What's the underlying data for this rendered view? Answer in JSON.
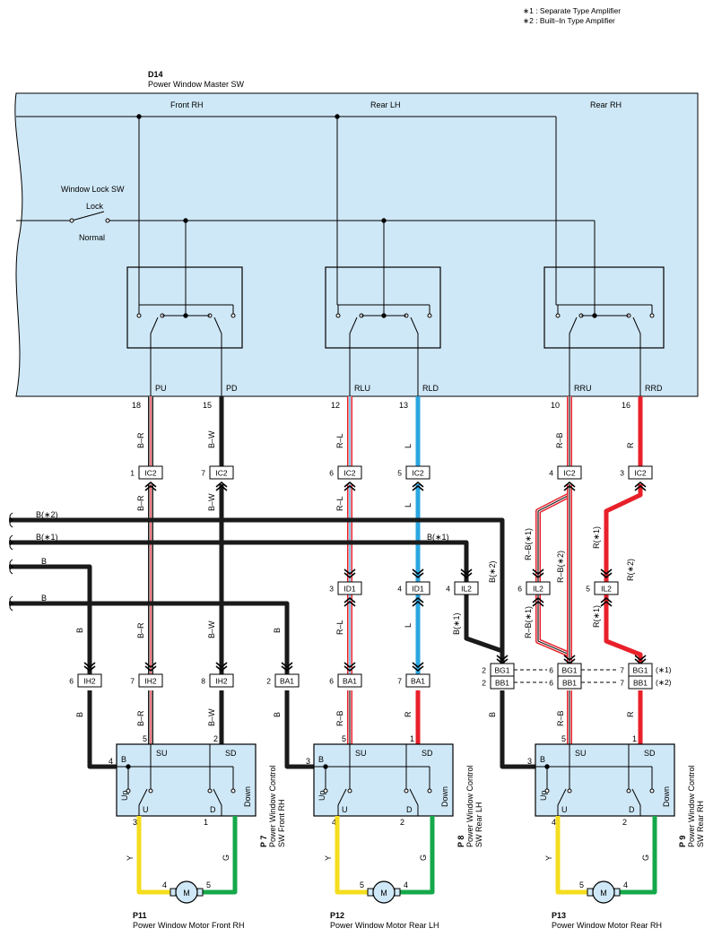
{
  "notes": [
    "∗1 : Separate Type Amplifier",
    "∗2 : Built–In Type Amplifier"
  ],
  "master": {
    "id": "D14",
    "name": "Power Window Master SW",
    "sections": [
      "Front RH",
      "Rear LH",
      "Rear RH"
    ],
    "lock_sw": "Window Lock SW",
    "lock": "Lock",
    "normal": "Normal"
  },
  "outputs": [
    {
      "term": "PU",
      "pin": "18",
      "wire": "B–R"
    },
    {
      "term": "PD",
      "pin": "15",
      "wire": "B–W"
    },
    {
      "term": "RLU",
      "pin": "12",
      "wire": "R–L"
    },
    {
      "term": "RLD",
      "pin": "13",
      "wire": "L"
    },
    {
      "term": "RRU",
      "pin": "10",
      "wire": "R–B"
    },
    {
      "term": "RRD",
      "pin": "16",
      "wire": "R"
    }
  ],
  "ic2": [
    {
      "pin": "1",
      "conn": "IC2"
    },
    {
      "pin": "7",
      "conn": "IC2"
    },
    {
      "pin": "6",
      "conn": "IC2"
    },
    {
      "pin": "5",
      "conn": "IC2"
    },
    {
      "pin": "4",
      "conn": "IC2"
    },
    {
      "pin": "3",
      "conn": "IC2"
    }
  ],
  "wire_labels_mid": [
    "B–R",
    "B–W",
    "R–L",
    "L",
    "B(∗1)",
    "B(∗2)",
    "R–B(∗1)",
    "R–B(∗2)",
    "R(∗1)",
    "R(∗2)"
  ],
  "ground_lines": [
    {
      "label": "B(∗2)"
    },
    {
      "label": "B(∗1)"
    },
    {
      "label": "B"
    },
    {
      "label": "B"
    }
  ],
  "id1": [
    {
      "pin": "3",
      "conn": "ID1"
    },
    {
      "pin": "4",
      "conn": "ID1"
    }
  ],
  "il2": [
    {
      "pin": "4",
      "conn": "IL2"
    },
    {
      "pin": "6",
      "conn": "IL2"
    },
    {
      "pin": "5",
      "conn": "IL2"
    }
  ],
  "lower_labels": [
    "R–L",
    "L",
    "B(∗1)",
    "R–B(∗1)",
    "R(∗1)",
    "B",
    "B",
    "B–R",
    "B–W"
  ],
  "row2": [
    {
      "pin": "6",
      "conn": "IH2"
    },
    {
      "pin": "7",
      "conn": "IH2"
    },
    {
      "pin": "8",
      "conn": "IH2"
    },
    {
      "pin": "2",
      "conn": "BA1"
    },
    {
      "pin": "6",
      "conn": "BA1"
    },
    {
      "pin": "7",
      "conn": "BA1"
    },
    {
      "pin": "2",
      "conn": "BG1"
    },
    {
      "pin": "2",
      "conn": "BB1"
    },
    {
      "pin": "6",
      "conn": "BG1"
    },
    {
      "pin": "6",
      "conn": "BB1"
    },
    {
      "pin": "7",
      "conn": "BG1"
    },
    {
      "pin": "7",
      "conn": "BB1"
    }
  ],
  "row2_notes": [
    "(∗1)",
    "(∗2)"
  ],
  "bottom_labels": [
    "B",
    "B–R",
    "B–W",
    "B",
    "R–B",
    "R",
    "B",
    "R–B",
    "R"
  ],
  "switches": [
    {
      "id": "P 7",
      "name": "Power Window Control SW Front RH",
      "b": "4",
      "su": "5",
      "sd": "2",
      "u": "3",
      "d": "1"
    },
    {
      "id": "P 8",
      "name": "Power Window Control SW Rear LH",
      "b": "3",
      "su": "5",
      "sd": "1",
      "u": "4",
      "d": "2"
    },
    {
      "id": "P 9",
      "name": "Power Window Control SW Rear RH",
      "b": "3",
      "su": "5",
      "sd": "1",
      "u": "4",
      "d": "2"
    }
  ],
  "switch_terms": {
    "b": "B",
    "su": "SU",
    "sd": "SD",
    "u": "U",
    "d": "D",
    "up": "Up",
    "down": "Down"
  },
  "motors": [
    {
      "id": "P11",
      "name": "Power Window Motor Front RH",
      "p1": "4",
      "p2": "5",
      "w1": "Y",
      "w2": "G"
    },
    {
      "id": "P12",
      "name": "Power Window Motor Rear LH",
      "p1": "5",
      "p2": "4",
      "w1": "Y",
      "w2": "G"
    },
    {
      "id": "P13",
      "name": "Power Window Motor Rear RH",
      "p1": "5",
      "p2": "4",
      "w1": "Y",
      "w2": "G"
    }
  ],
  "motor_symbol": "M",
  "colors": {
    "panel": "#cfe8f7",
    "red": "#e8202a",
    "blue": "#2aa6e0",
    "yellow": "#f5dd1e",
    "green": "#14a84a",
    "black": "#1a1a1a"
  }
}
